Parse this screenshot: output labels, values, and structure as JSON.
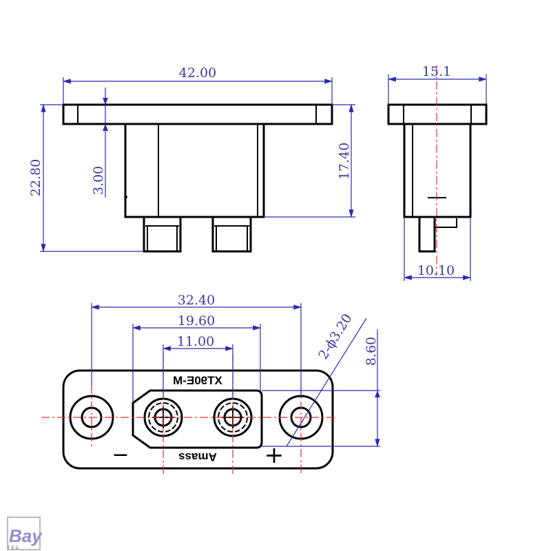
{
  "front_view": {
    "width": "42.00",
    "height_total": "22.80",
    "flange_thickness": "3.00",
    "body_height": "17.40"
  },
  "side_view": {
    "width": "15.1",
    "body_width": "10.10"
  },
  "bottom_view": {
    "hole_spacing": "32.40",
    "housing_width": "19.60",
    "pin_spacing": "11.00",
    "hole_callout": "2-ϕ3.20",
    "housing_height": "8.60",
    "model_marking": "XT90E-M",
    "brand_marking": "Amass",
    "negative_symbol": "−",
    "positive_symbol": "+"
  },
  "logo": {
    "name": "Bay",
    "sub": "TEC"
  },
  "colors": {
    "outline": "#000000",
    "dimension": "#2b2bb0",
    "centerline": "#e0302a"
  }
}
